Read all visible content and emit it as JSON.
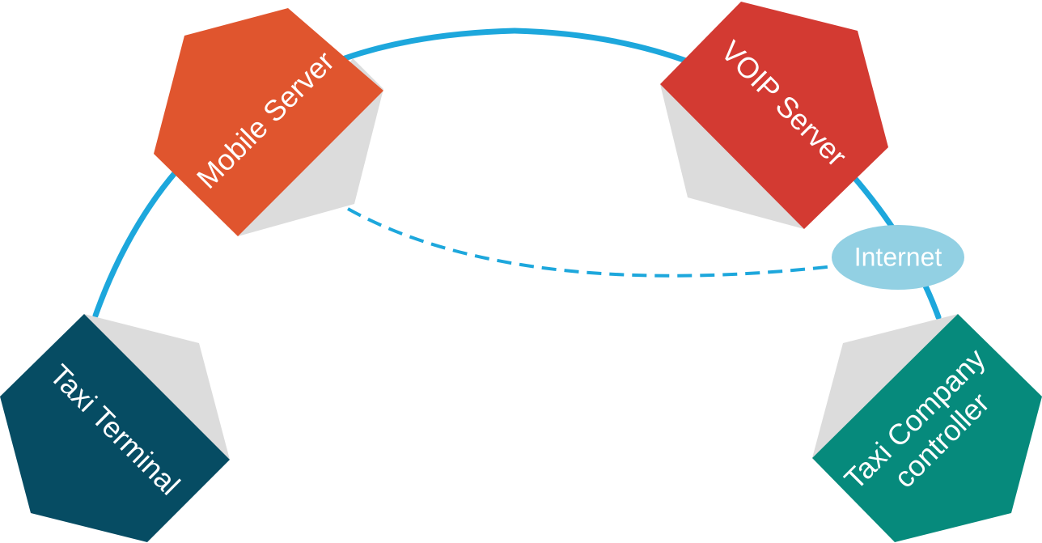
{
  "nodes": {
    "mobile_server": {
      "label": "Mobile Server",
      "color": "#e0552e"
    },
    "voip_server": {
      "label": "VOIP Server",
      "color": "#d33a32"
    },
    "taxi_terminal": {
      "label": "Taxi Terminal",
      "color": "#064c63"
    },
    "taxi_company_controller": {
      "line1": "Taxi Company",
      "line2": "controller",
      "color": "#068a7c"
    }
  },
  "internet": {
    "label": "Internet",
    "color": "#92d0e3"
  },
  "colors": {
    "arc": "#1da7dc",
    "dashed_link": "#1da7dc",
    "node_shadow": "#dcdcdc"
  }
}
